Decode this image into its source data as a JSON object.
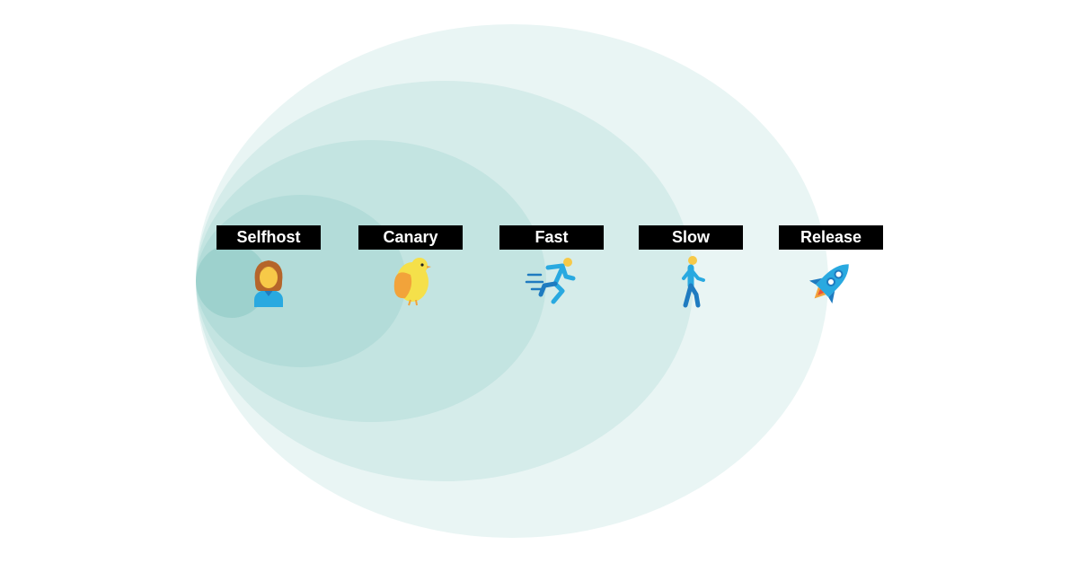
{
  "stages": [
    {
      "label": "Selfhost",
      "icon": "person-icon"
    },
    {
      "label": "Canary",
      "icon": "bird-icon"
    },
    {
      "label": "Fast",
      "icon": "running-person-icon"
    },
    {
      "label": "Slow",
      "icon": "walking-person-icon"
    },
    {
      "label": "Release",
      "icon": "rocket-icon"
    }
  ],
  "colors": {
    "ring_fill": "#2a9d8f",
    "label_bg": "#000000",
    "label_text": "#ffffff",
    "icon_blue": "#29a9e0",
    "icon_blue_dark": "#1f7bc0",
    "icon_yellow": "#f7c948",
    "icon_orange": "#f2a33a",
    "icon_hair": "#b5652a"
  }
}
